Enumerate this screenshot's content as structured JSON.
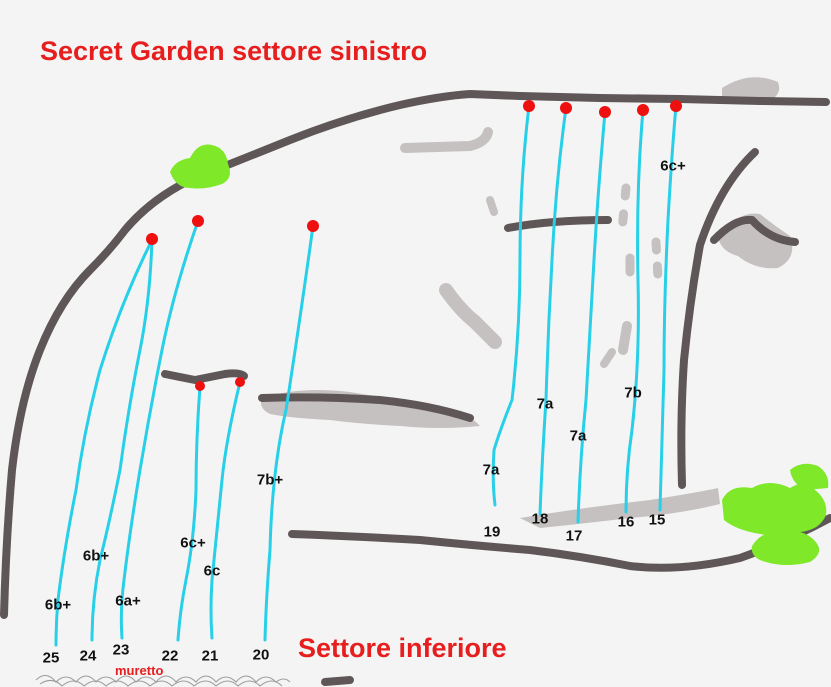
{
  "title": "Secret Garden settore sinistro",
  "subtitle": "Settore inferiore",
  "wall_label": "muretto",
  "colors": {
    "rock": "#5f5757",
    "route": "#27d0e8",
    "anchor": "#ee0f0f",
    "vegetation": "#7ee829",
    "boulder": "#c6c1c1",
    "title": "#e61e1e"
  },
  "routes": [
    {
      "number": "15",
      "grade": "6c+"
    },
    {
      "number": "16",
      "grade": "7b"
    },
    {
      "number": "17",
      "grade": "7a"
    },
    {
      "number": "18",
      "grade": "7a"
    },
    {
      "number": "19",
      "grade": "7a"
    },
    {
      "number": "20",
      "grade": "7b+"
    },
    {
      "number": "21",
      "grade": "6c"
    },
    {
      "number": "22",
      "grade": "6c+"
    },
    {
      "number": "23",
      "grade": "6a+"
    },
    {
      "number": "24",
      "grade": "6b+"
    },
    {
      "number": "25",
      "grade": "6b+"
    }
  ]
}
